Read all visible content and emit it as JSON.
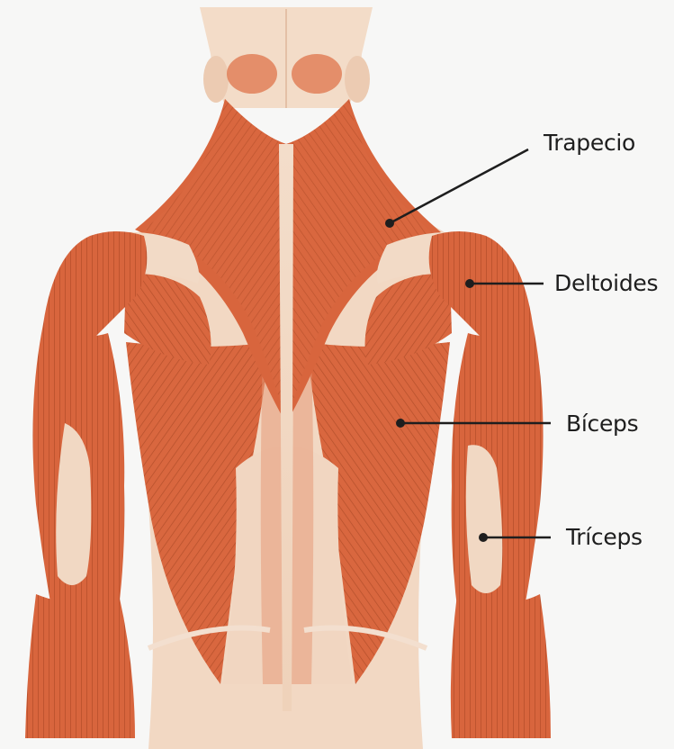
{
  "figure": {
    "subject": "human back muscles, posterior view",
    "colors": {
      "background": "#f7f7f6",
      "skin": "#f2dcc8",
      "muscle": "#d9673f",
      "muscle_dark": "#a9401f",
      "muscle_light": "#ec8d62",
      "tendon": "#f0d4bc",
      "leader_line": "#1e1e1e"
    }
  },
  "labels": [
    {
      "id": "trapecio",
      "text": "Trapecio"
    },
    {
      "id": "deltoides",
      "text": "Deltoides"
    },
    {
      "id": "biceps",
      "text": "Bíceps"
    },
    {
      "id": "triceps",
      "text": "Tríceps"
    }
  ]
}
